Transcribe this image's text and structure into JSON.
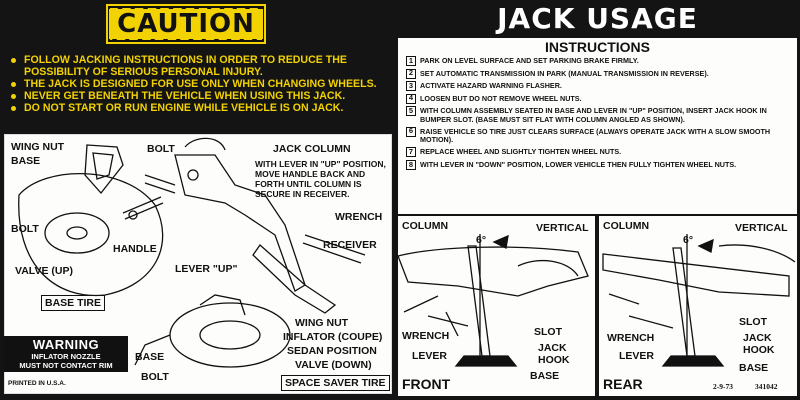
{
  "caution": {
    "badge": "CAUTION",
    "items": [
      "Follow jacking instructions in order to reduce the possibility of serious personal injury.",
      "The jack is designed for use only when changing wheels.",
      "Never get beneath the vehicle when using this jack.",
      "Do not start or run engine while vehicle is on jack."
    ]
  },
  "base_diagram": {
    "wing_nut": "WING NUT",
    "base": "BASE",
    "bolt_top": "BOLT",
    "jack_column": "JACK COLUMN",
    "lever_note": "WITH LEVER IN \"UP\" POSITION, MOVE HANDLE BACK AND FORTH UNTIL COLUMN IS SECURE IN RECEIVER.",
    "wrench": "WRENCH",
    "receiver": "RECEIVER",
    "bolt_left": "BOLT",
    "handle": "HANDLE",
    "valve_up": "VALVE (UP)",
    "lever_up": "LEVER \"UP\"",
    "base_tire": "BASE TIRE"
  },
  "spare_diagram": {
    "wing_nut": "WING NUT",
    "inflator": "INFLATOR (COUPE)",
    "sedan": "SEDAN POSITION",
    "valve_down": "VALVE (DOWN)",
    "base": "BASE",
    "bolt": "BOLT",
    "space_saver": "SPACE SAVER TIRE"
  },
  "warning": {
    "title": "WARNING",
    "line1": "INFLATOR NOZZLE",
    "line2": "MUST NOT CONTACT RIM"
  },
  "printed": "PRINTED IN U.S.A.",
  "jack": {
    "title": "JACK USAGE",
    "instructions_title": "INSTRUCTIONS",
    "steps": [
      {
        "num": "1",
        "text": "Park on level surface and set parking brake firmly."
      },
      {
        "num": "2",
        "text": "Set automatic transmission in park (manual transmission in reverse)."
      },
      {
        "num": "3",
        "text": "Activate hazard warning flasher."
      },
      {
        "num": "4",
        "text": "Loosen but do not remove wheel nuts."
      },
      {
        "num": "5",
        "text": "With column assembly seated in base and lever in \"up\" position, insert jack hook in bumper slot. (Base must sit flat with column angled as shown)."
      },
      {
        "num": "6",
        "text": "Raise vehicle so tire just clears surface (always operate jack with a slow smooth motion)."
      },
      {
        "num": "7",
        "text": "Replace wheel and slightly tighten wheel nuts."
      },
      {
        "num": "8",
        "text": "With lever in \"down\" position, lower vehicle then fully tighten wheel nuts."
      }
    ]
  },
  "front_view": {
    "column": "COLUMN",
    "angle": "6°",
    "vertical": "VERTICAL",
    "wrench": "WRENCH",
    "slot": "SLOT",
    "lever": "LEVER",
    "jack_hook_1": "JACK",
    "jack_hook_2": "HOOK",
    "base": "BASE",
    "title": "FRONT"
  },
  "rear_view": {
    "column": "COLUMN",
    "angle": "6°",
    "vertical": "VERTICAL",
    "slot": "SLOT",
    "wrench": "WRENCH",
    "jack_hook_1": "JACK",
    "jack_hook_2": "HOOK",
    "lever": "LEVER",
    "base": "BASE",
    "title": "REAR",
    "date": "2-9-73",
    "part": "341042"
  },
  "colors": {
    "caution_yellow": "#f2d200",
    "background": "#141414",
    "panel": "#fdfdfb"
  }
}
